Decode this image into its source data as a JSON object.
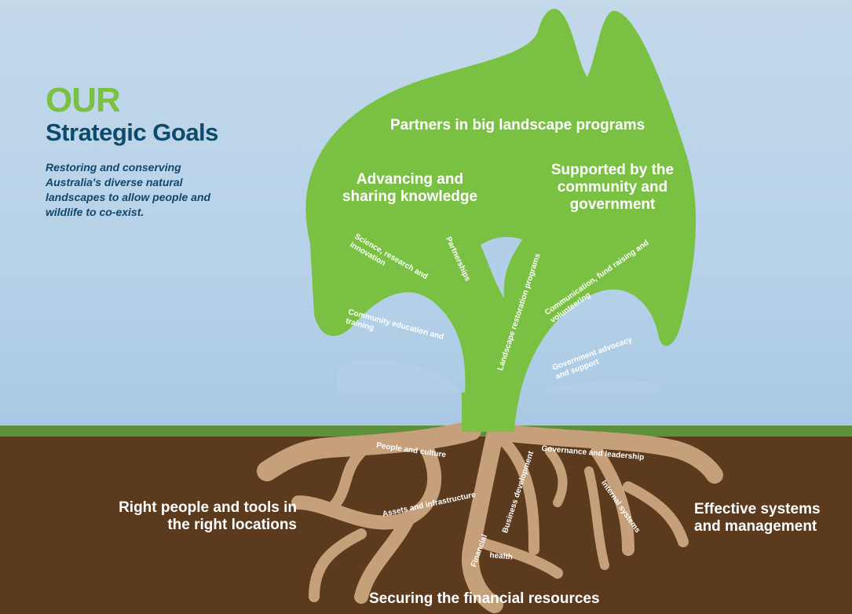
{
  "title": {
    "line1": "OUR",
    "line2": "Strategic Goals"
  },
  "subtitle": "Restoring and conserving Australia's diverse natural landscapes to allow people and wildlife to co-exist.",
  "canopy_goals": {
    "top": "Partners in big landscape programs",
    "left": "Advancing and sharing knowledge",
    "right": "Supported by the community and government"
  },
  "branches": [
    "Community education and training",
    "Science, research and innovation",
    "Partnerships",
    "Landscape restoration programs",
    "Communication, fund raising and volunteering",
    "Government advocacy and support"
  ],
  "roots": [
    "People and culture",
    "Assets and infrastructure",
    "Financial",
    "health",
    "Business development",
    "Governance and leadership",
    "Internal systems"
  ],
  "root_goals": {
    "left": "Right people and tools in the right locations",
    "right": "Effective systems and management",
    "bottom": "Securing the financial resources"
  },
  "colors": {
    "green": "#7ac143",
    "navy": "#0e4a6b",
    "soil": "#5b3a1e",
    "root": "#c6a07a"
  }
}
